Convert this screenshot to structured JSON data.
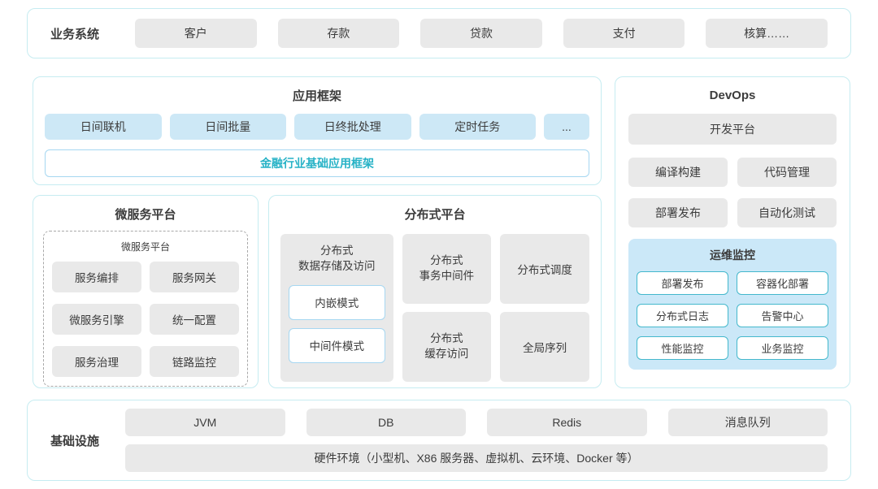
{
  "business": {
    "label": "业务系统",
    "items": [
      "客户",
      "存款",
      "贷款",
      "支付",
      "核算……"
    ]
  },
  "app_framework": {
    "title": "应用框架",
    "items": [
      "日间联机",
      "日间批量",
      "日终批处理",
      "定时任务",
      "..."
    ],
    "base": "金融行业基础应用框架"
  },
  "devops": {
    "title": "DevOps",
    "dev_platform": "开发平台",
    "items": [
      "编译构建",
      "代码管理",
      "部署发布",
      "自动化测试"
    ],
    "monitoring": {
      "title": "运维监控",
      "items": [
        "部署发布",
        "容器化部署",
        "分布式日志",
        "告警中心",
        "性能监控",
        "业务监控"
      ]
    }
  },
  "microservice": {
    "title": "微服务平台",
    "inner_title": "微服务平台",
    "items": [
      "服务编排",
      "服务网关",
      "微服务引擎",
      "统一配置",
      "服务治理",
      "链路监控"
    ]
  },
  "distributed": {
    "title": "分布式平台",
    "storage": {
      "label": "分布式\n数据存储及访问",
      "modes": [
        "内嵌模式",
        "中间件模式"
      ]
    },
    "cells": [
      "分布式\n事务中间件",
      "分布式调度",
      "分布式\n缓存访问",
      "全局序列"
    ]
  },
  "infrastructure": {
    "label": "基础设施",
    "items": [
      "JVM",
      "DB",
      "Redis",
      "消息队列"
    ],
    "hardware": "硬件环境（小型机、X86 服务器、虚拟机、云环境、Docker 等）"
  },
  "colors": {
    "panel_border": "#c6ecf1",
    "gray_box": "#e9e9e9",
    "blue_box": "#cde8f6",
    "monitor_bg": "#cbe8f8",
    "monitor_border": "#44b8cc",
    "accent_teal_text": "#26b2c6",
    "framework_border": "#a6d7f1"
  }
}
